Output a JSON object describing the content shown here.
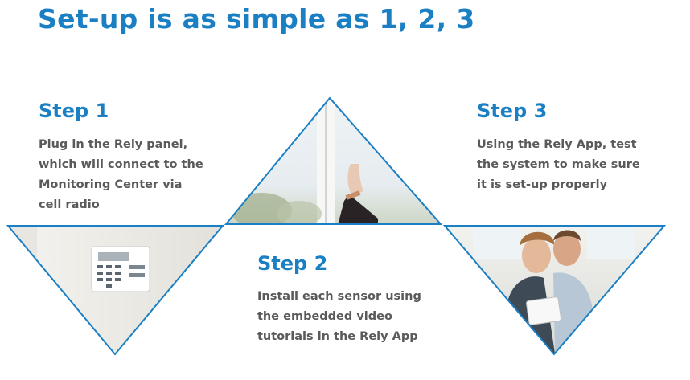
{
  "title": "Set-up is as simple as 1, 2, 3",
  "colors": {
    "accent": "#1b7fc4",
    "body_text": "#5a5a5a",
    "triangle_stroke": "#1b7fc4"
  },
  "steps": [
    {
      "title": "Step 1",
      "lines": [
        "Plug in the Rely panel,",
        "which will connect to the",
        "Monitoring Center via",
        "cell radio"
      ]
    },
    {
      "title": "Step 2",
      "lines": [
        "Install each sensor using",
        "the embedded video",
        "tutorials in the Rely App"
      ]
    },
    {
      "title": "Step 3",
      "lines": [
        "Using the Rely App, test",
        "the system to make sure",
        "it is set-up properly"
      ]
    }
  ],
  "images": [
    {
      "icon": "security-panel-photo"
    },
    {
      "icon": "hand-on-window-sensor-photo"
    },
    {
      "icon": "couple-with-tablet-photo"
    }
  ]
}
